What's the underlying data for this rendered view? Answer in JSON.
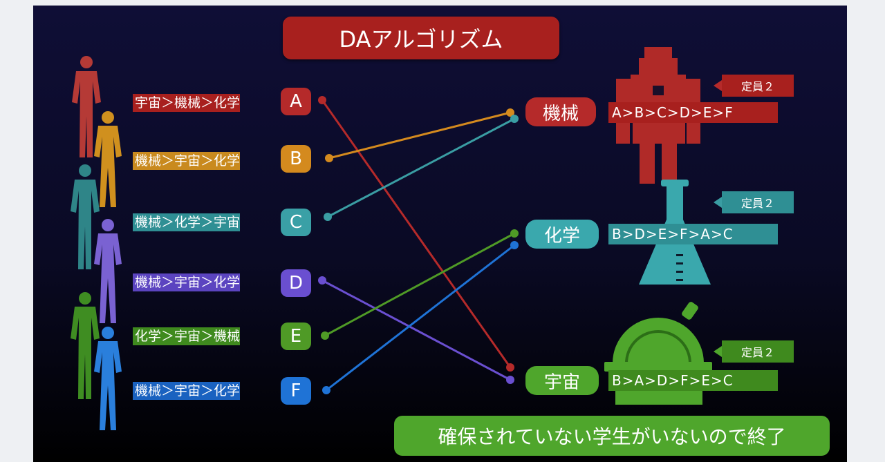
{
  "title": "DAアルゴリズム",
  "students": [
    {
      "id": "A",
      "preference": "宇宙＞機械＞化学",
      "color": "#b52a2a"
    },
    {
      "id": "B",
      "preference": "機械＞宇宙＞化学",
      "color": "#d48a1e"
    },
    {
      "id": "C",
      "preference": "機械＞化学＞宇宙",
      "color": "#3a9da3"
    },
    {
      "id": "D",
      "preference": "機械＞宇宙＞化学",
      "color": "#6a4fd0"
    },
    {
      "id": "E",
      "preference": "化学＞宇宙＞機械",
      "color": "#4f9a26"
    },
    {
      "id": "F",
      "preference": "機械＞宇宙＞化学",
      "color": "#1f73d6"
    }
  ],
  "departments": [
    {
      "name": "機械",
      "ranking": "A>B>C>D>E>F",
      "capacity": "定員２",
      "color": "#b52a2a",
      "icon": "robot-icon"
    },
    {
      "name": "化学",
      "ranking": "B>D>E>F>A>C",
      "capacity": "定員２",
      "color": "#3aa8ad",
      "icon": "flask-icon"
    },
    {
      "name": "宇宙",
      "ranking": "B>A>D>F>E>C",
      "capacity": "定員２",
      "color": "#4fa62c",
      "icon": "observatory-icon"
    }
  ],
  "result": "確保されていない学生がいないので終了"
}
